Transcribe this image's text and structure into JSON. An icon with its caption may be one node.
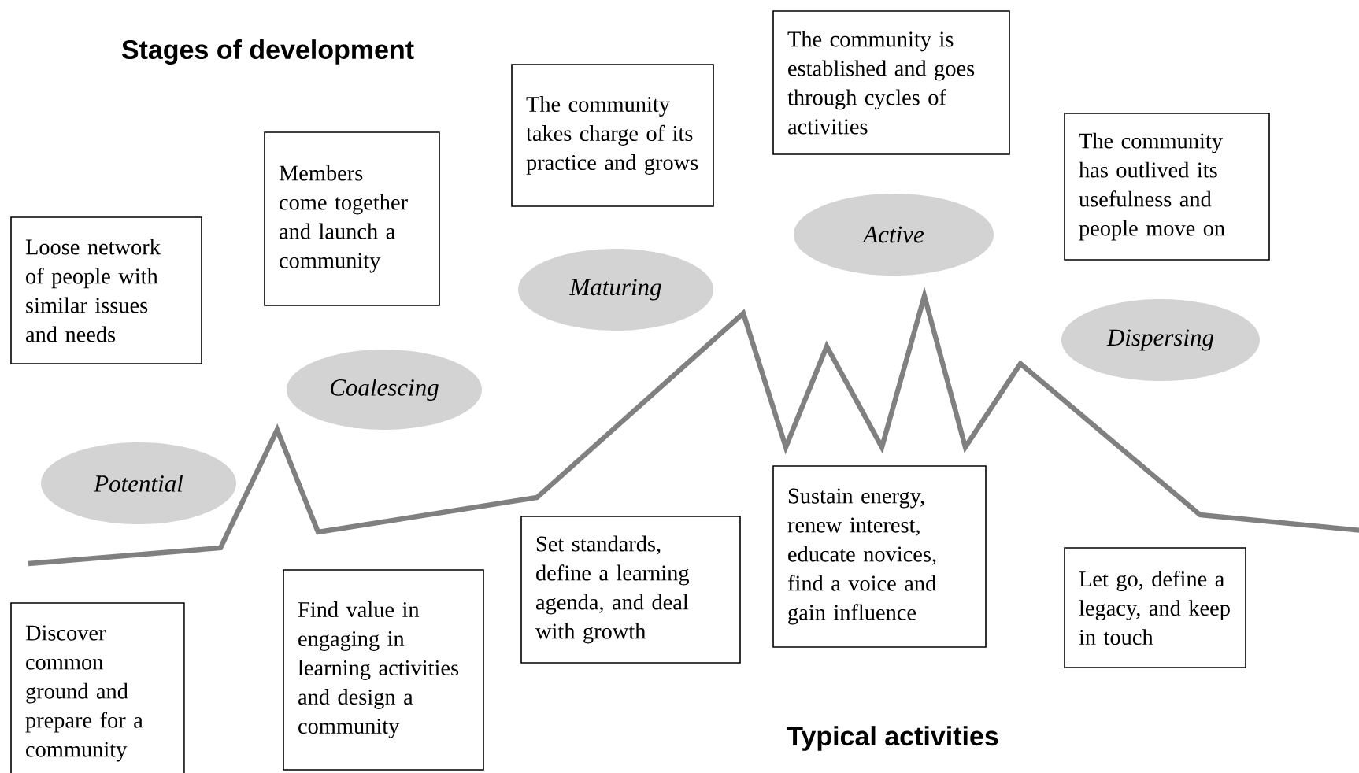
{
  "diagram": {
    "nodes": [
      {
        "text": [
          "Loose network of people with similar issues and needs"
        ]
      },
      {
        "text": [
          "Members come together and launch a community"
        ]
      },
      {
        "text": [
          "The community takes charge of its practice and grows"
        ]
      },
      {
        "text": [
          "The community is established and goes through cycles of activities"
        ]
      },
      {
        "text": [
          "The community has outlived its usefulness and people move on"
        ]
      },
      {
        "text": [
          "Potential"
        ]
      },
      {
        "text": [
          "Coalescing"
        ]
      },
      {
        "text": [
          "Maturing"
        ]
      },
      {
        "text": [
          "Active"
        ]
      },
      {
        "text": [
          "Dispersing"
        ]
      },
      {
        "text": [
          "Discover common ground and prepare for a community"
        ]
      },
      {
        "text": [
          "Find value in engaging in learning activities and design a community"
        ]
      },
      {
        "text": [
          "Set standards, define a learning agenda, and deal with growth"
        ]
      },
      {
        "text": [
          "Sustain energy, renew interest, educate novices, find a voice and gain influence"
        ]
      },
      {
        "text": [
          "Let go, define a legacy, and keep in touch"
        ]
      }
    ],
    "labels": [
      "Stages of development",
      "Typical activities"
    ]
  }
}
